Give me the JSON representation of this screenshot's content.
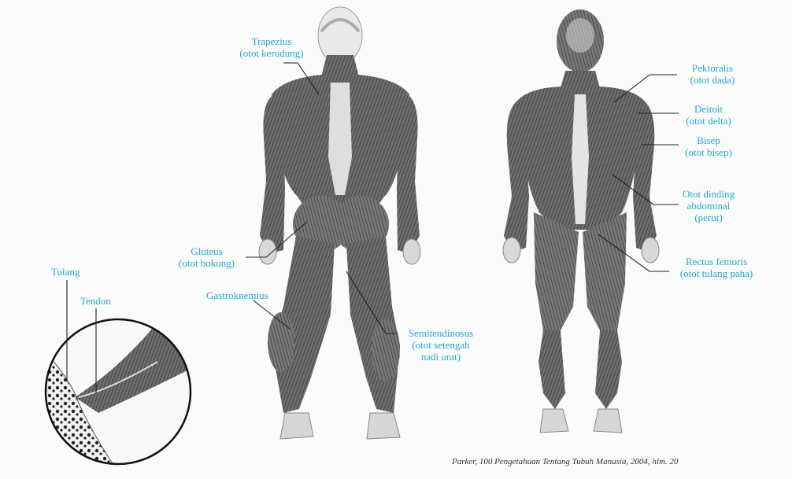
{
  "labels": {
    "trapezius": [
      "Trapezius",
      "(otot kerudung)"
    ],
    "gluteus": [
      "Gluteus",
      "(otot bokong)"
    ],
    "gastroknemius": [
      "Gastroknemius"
    ],
    "semitendinosus": [
      "Semitendinosus",
      "(otot setengah",
      "nadi urat)"
    ],
    "tulang": [
      "Tulang"
    ],
    "tendon": [
      "Tendon"
    ],
    "pektoralis": [
      "Pektoralis",
      "(otot dada)"
    ],
    "deitoit": [
      "Deitoit",
      "(otot delta)"
    ],
    "bisep": [
      "Bisep",
      "(otot bisep)"
    ],
    "abdominal": [
      "Otot dinding",
      "abdominal",
      "(perut)"
    ],
    "rectus": [
      "Rectus femoris",
      "(otot tulang paha)"
    ]
  },
  "caption": "Parker, 100 Pengetahuan Tentang Tubuh Manusia, 2004, hlm. 20",
  "colors": {
    "label": "#21a8c9",
    "line": "#222222",
    "muscle_dark": "#3a3a3a",
    "muscle_light": "#bdbdbd"
  }
}
